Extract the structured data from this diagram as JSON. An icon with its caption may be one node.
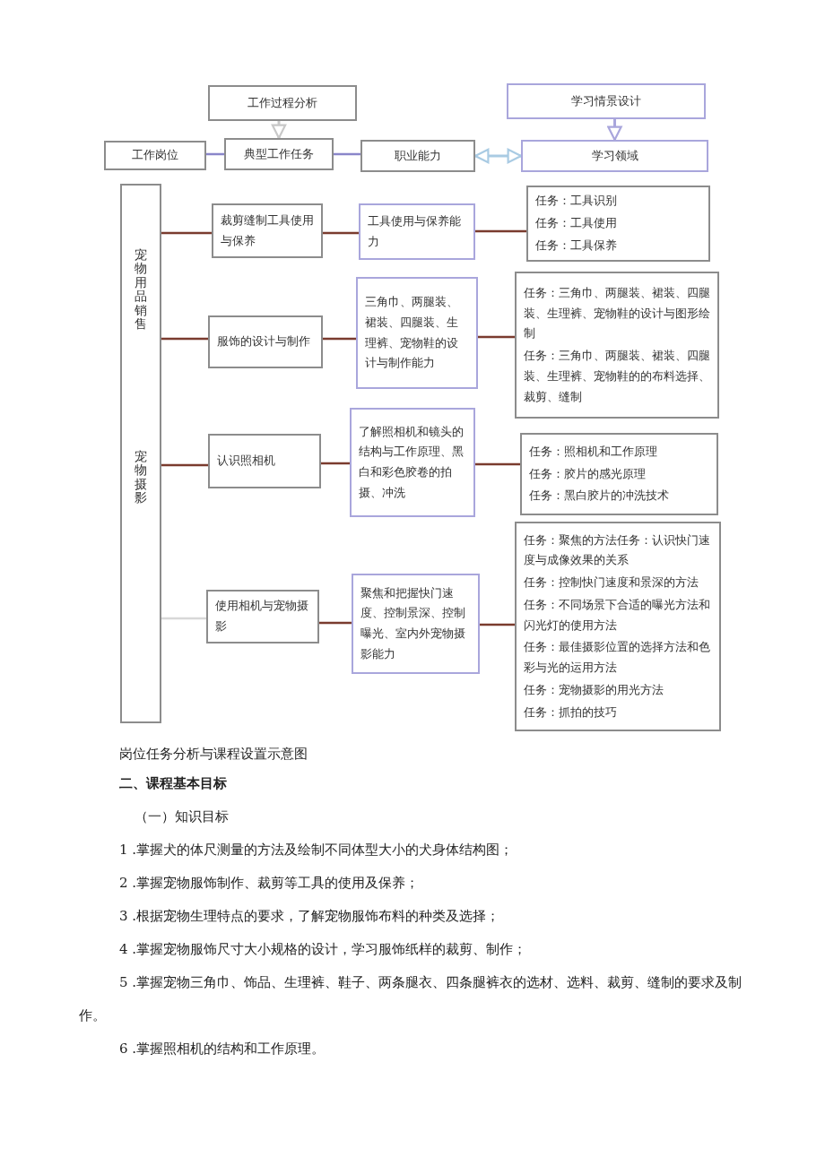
{
  "diagram": {
    "caption": "岗位任务分析与课程设置示意图",
    "nodes": [
      {
        "text": [
          "工作过程分析"
        ]
      },
      {
        "text": [
          "学习情景设计"
        ]
      },
      {
        "text": [
          "工作岗位"
        ]
      },
      {
        "text": [
          "典型工作任务"
        ]
      },
      {
        "text": [
          "职业能力"
        ]
      },
      {
        "text": [
          "学习领域"
        ]
      },
      {
        "text": [
          "宠物用品销售",
          "宠物摄影"
        ]
      },
      {
        "text": [
          "裁剪缝制工具使用与保养"
        ]
      },
      {
        "text": [
          "工具使用与保养能力"
        ]
      },
      {
        "text": [
          "任务：工具识别",
          "任务：工具使用",
          "任务：工具保养"
        ]
      },
      {
        "text": [
          "服饰的设计与制作"
        ]
      },
      {
        "text": [
          "三角巾、两腿装、裙装、四腿装、生理裤、宠物鞋的设计与制作能力"
        ]
      },
      {
        "text": [
          "任务：三角巾、两腿装、裙装、四腿装、生理裤、宠物鞋的设计与图形绘制",
          "任务：三角巾、两腿装、裙装、四腿装、生理裤、宠物鞋的的布料选择、裁剪、缝制"
        ]
      },
      {
        "text": [
          "认识照相机"
        ]
      },
      {
        "text": [
          "了解照相机和镜头的结构与工作原理、黑白和彩色胶卷的拍摄、冲洗"
        ]
      },
      {
        "text": [
          "任务：照相机和工作原理",
          "任务：胶片的感光原理",
          "任务：黑白胶片的冲洗技术"
        ]
      },
      {
        "text": [
          "使用相机与宠物摄影"
        ]
      },
      {
        "text": [
          "聚焦和把握快门速度、控制景深、控制曝光、室内外宠物摄影能力"
        ]
      },
      {
        "text": [
          "任务：聚焦的方法任务：认识快门速度与成像效果的关系",
          "任务：控制快门速度和景深的方法",
          "任务：不同场景下合适的曝光方法和闪光灯的使用方法",
          "任务：最佳摄影位置的选择方法和色彩与光的运用方法",
          "任务：宠物摄影的用光方法",
          "任务：抓拍的技巧"
        ]
      }
    ],
    "edges": [
      {
        "from": 0,
        "to": 3,
        "arrow": "to",
        "color": "#c8c8c8"
      },
      {
        "from": 1,
        "to": 5,
        "arrow": "to",
        "color": "#a9a6dc"
      },
      {
        "from": 2,
        "to": 3,
        "arrow": "none",
        "color": "#8a86c9"
      },
      {
        "from": 3,
        "to": 4,
        "arrow": "none",
        "color": "#8a86c9"
      },
      {
        "from": 4,
        "to": 5,
        "arrow": "both",
        "color": "#a9cbe3"
      },
      {
        "from": 6,
        "to": 7,
        "arrow": "none"
      },
      {
        "from": 7,
        "to": 8,
        "arrow": "none"
      },
      {
        "from": 8,
        "to": 9,
        "arrow": "none"
      },
      {
        "from": 6,
        "to": 10,
        "arrow": "none"
      },
      {
        "from": 10,
        "to": 11,
        "arrow": "none"
      },
      {
        "from": 11,
        "to": 12,
        "arrow": "none"
      },
      {
        "from": 6,
        "to": 13,
        "arrow": "none"
      },
      {
        "from": 13,
        "to": 14,
        "arrow": "none"
      },
      {
        "from": 14,
        "to": 15,
        "arrow": "none"
      },
      {
        "from": 6,
        "to": 16,
        "arrow": "none",
        "color": "#d8d8d8"
      },
      {
        "from": 16,
        "to": 17,
        "arrow": "none"
      },
      {
        "from": 17,
        "to": 18,
        "arrow": "none"
      }
    ],
    "labels": [
      "二、课程基本目标",
      "（一）知识目标",
      "1 .掌握犬的体尺测量的方法及绘制不同体型大小的犬身体结构图；",
      "2 .掌握宠物服饰制作、裁剪等工具的使用及保养；",
      "3 .根据宠物生理特点的要求，了解宠物服饰布料的种类及选择；",
      "4 .掌握宠物服饰尺寸大小规格的设计，学习服饰纸样的裁剪、制作；",
      "5 .掌握宠物三角巾、饰品、生理裤、鞋子、两条腿衣、四条腿裤衣的选材、选料、裁剪、缝制的要求及制作。",
      "6 .掌握照相机的结构和工作原理。"
    ]
  }
}
